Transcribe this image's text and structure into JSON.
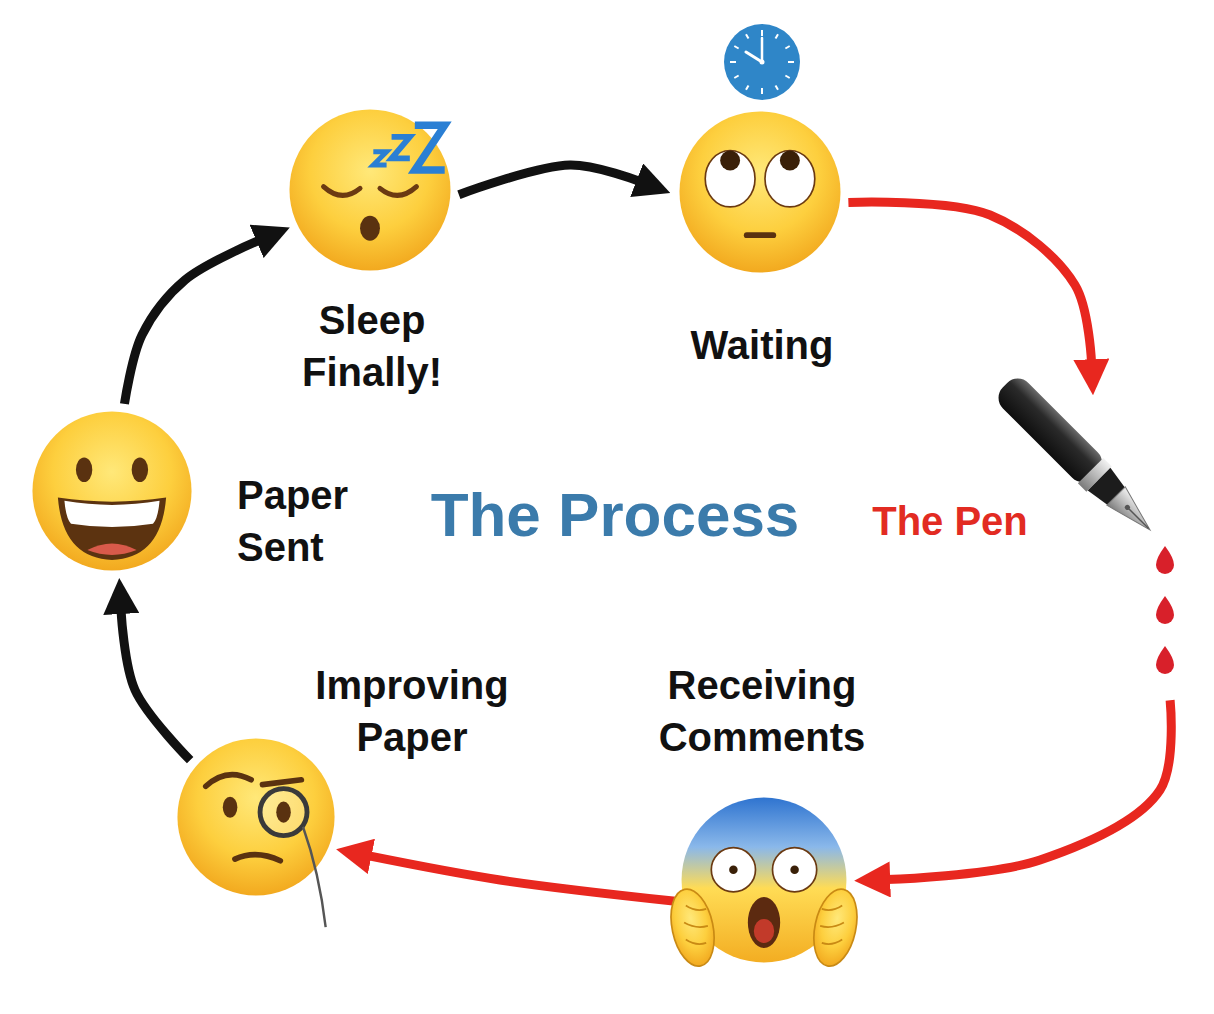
{
  "diagram": {
    "title": "The Process",
    "nodes": [
      {
        "text": [
          "Sleep Finally!"
        ]
      },
      {
        "text": [
          "Waiting"
        ]
      },
      {
        "text": [
          "Paper Sent"
        ]
      },
      {
        "text": [
          "The Pen"
        ]
      },
      {
        "text": [
          "Improving Paper"
        ]
      },
      {
        "text": [
          "Receiving Comments"
        ]
      }
    ],
    "edges": [
      {
        "from": 2,
        "to": 0,
        "arrow": "to"
      },
      {
        "from": 0,
        "to": 1,
        "arrow": "to"
      },
      {
        "from": 1,
        "to": 3,
        "arrow": "to"
      },
      {
        "from": 3,
        "to": 5,
        "arrow": "to"
      },
      {
        "from": 5,
        "to": 4,
        "arrow": "to"
      },
      {
        "from": 4,
        "to": 2,
        "arrow": "to"
      }
    ]
  }
}
